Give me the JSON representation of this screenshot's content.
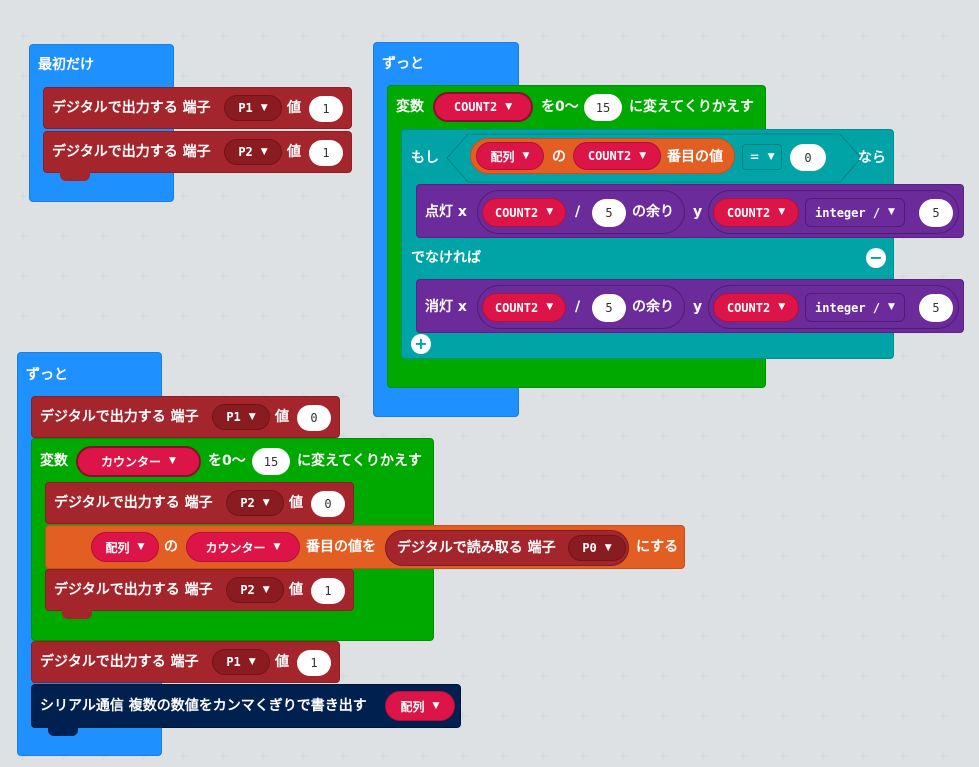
{
  "colors": {
    "event": "#1e90ff",
    "loop": "#00a900",
    "pins": "#a4262c",
    "logic": "#00a4a6",
    "led": "#6c2b9b",
    "array": "#e35e23",
    "serial": "#002050",
    "variable": "#dc1447"
  },
  "block_start": {
    "hat_label": "最初だけ",
    "rows": [
      {
        "text": "デジタルで出力する 端子",
        "pin": "P1",
        "value_label": "値",
        "value": "1"
      },
      {
        "text": "デジタルで出力する 端子",
        "pin": "P2",
        "value_label": "値",
        "value": "1"
      }
    ]
  },
  "block_forever_right": {
    "hat_label": "ずっと",
    "loop": {
      "label": "変数",
      "var": "COUNT2",
      "range_label": "を0〜",
      "count": "15",
      "suffix": "に変えてくりかえす"
    },
    "if": {
      "label": "もし",
      "array": "配列",
      "of": "の",
      "index_var": "COUNT2",
      "index_suffix": "番目の値",
      "op": "=",
      "compare": "0",
      "then": "なら"
    },
    "plot": {
      "label": "点灯 x",
      "x_var": "COUNT2",
      "div": "/",
      "div_val": "5",
      "mod_label": "の余り",
      "y_label": "y",
      "y_var": "COUNT2",
      "int_label": "integer /",
      "int_val": "5"
    },
    "else_label": "でなければ",
    "unplot": {
      "label": "消灯 x",
      "x_var": "COUNT2",
      "div": "/",
      "div_val": "5",
      "mod_label": "の余り",
      "y_label": "y",
      "y_var": "COUNT2",
      "int_label": "integer /",
      "int_val": "5"
    },
    "minus_icon": "minus-circle-icon",
    "plus_icon": "plus-circle-icon"
  },
  "block_forever_left": {
    "hat_label": "ずっと",
    "row1": {
      "text": "デジタルで出力する 端子",
      "pin": "P1",
      "value_label": "値",
      "value": "0"
    },
    "loop": {
      "label": "変数",
      "var": "カウンター",
      "range_label": "を0〜",
      "count": "15",
      "suffix": "に変えてくりかえす"
    },
    "inner1": {
      "text": "デジタルで出力する 端子",
      "pin": "P2",
      "value_label": "値",
      "value": "0"
    },
    "set_array": {
      "array": "配列",
      "of": "の",
      "index_var": "カウンター",
      "mid": "番目の値を",
      "read": "デジタルで読み取る 端子",
      "read_pin": "P0",
      "suffix": "にする"
    },
    "inner2": {
      "text": "デジタルで出力する 端子",
      "pin": "P2",
      "value_label": "値",
      "value": "1"
    },
    "row2": {
      "text": "デジタルで出力する 端子",
      "pin": "P1",
      "value_label": "値",
      "value": "1"
    },
    "serial": {
      "text": "シリアル通信 複数の数値をカンマくぎりで書き出す",
      "array": "配列"
    }
  }
}
